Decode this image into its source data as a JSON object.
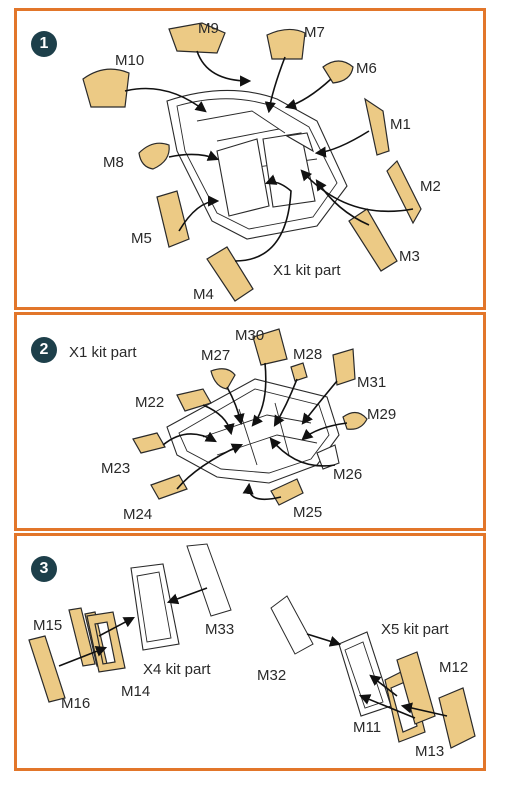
{
  "colors": {
    "frame": "#e2762a",
    "badge": "#1d3f4a",
    "mask": "#ecca85"
  },
  "steps": [
    {
      "number": "1",
      "kit_label": "X1 kit part",
      "parts": [
        "M9",
        "M7",
        "M10",
        "M6",
        "M1",
        "M8",
        "M2",
        "M5",
        "M3",
        "M4"
      ]
    },
    {
      "number": "2",
      "kit_label": "X1 kit part",
      "parts": [
        "M30",
        "M27",
        "M28",
        "M31",
        "M22",
        "M29",
        "M23",
        "M26",
        "M24",
        "M25"
      ]
    },
    {
      "number": "3",
      "kit_label_left": "X4 kit part",
      "kit_label_right": "X5 kit part",
      "parts": [
        "M15",
        "M33",
        "M14",
        "M16",
        "M32",
        "M12",
        "M11",
        "M13"
      ]
    }
  ]
}
